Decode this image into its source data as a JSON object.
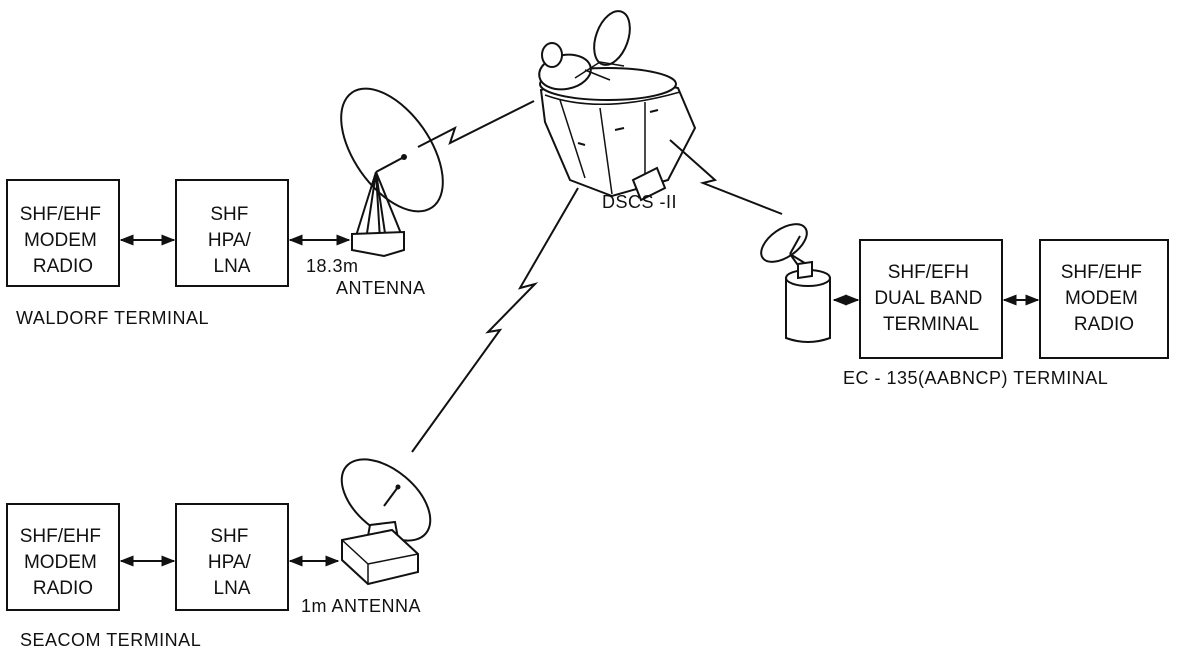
{
  "satellite": {
    "name": "DSCS -II"
  },
  "waldorf": {
    "modem": [
      "SHF/EHF",
      "MODEM",
      "RADIO"
    ],
    "hpa": [
      "SHF",
      "HPA/",
      "LNA"
    ],
    "antenna": [
      "18.3m",
      "ANTENNA"
    ],
    "terminal": "WALDORF TERMINAL"
  },
  "ec135": {
    "dual": [
      "SHF/EFH",
      "DUAL BAND",
      "TERMINAL"
    ],
    "modem": [
      "SHF/EHF",
      "MODEM",
      "RADIO"
    ],
    "terminal": "EC - 135(AABNCP) TERMINAL"
  },
  "seacom": {
    "modem": [
      "SHF/EHF",
      "MODEM",
      "RADIO"
    ],
    "hpa": [
      "SHF",
      "HPA/",
      "LNA"
    ],
    "antenna": "1m ANTENNA",
    "terminal": "SEACOM TERMINAL"
  }
}
